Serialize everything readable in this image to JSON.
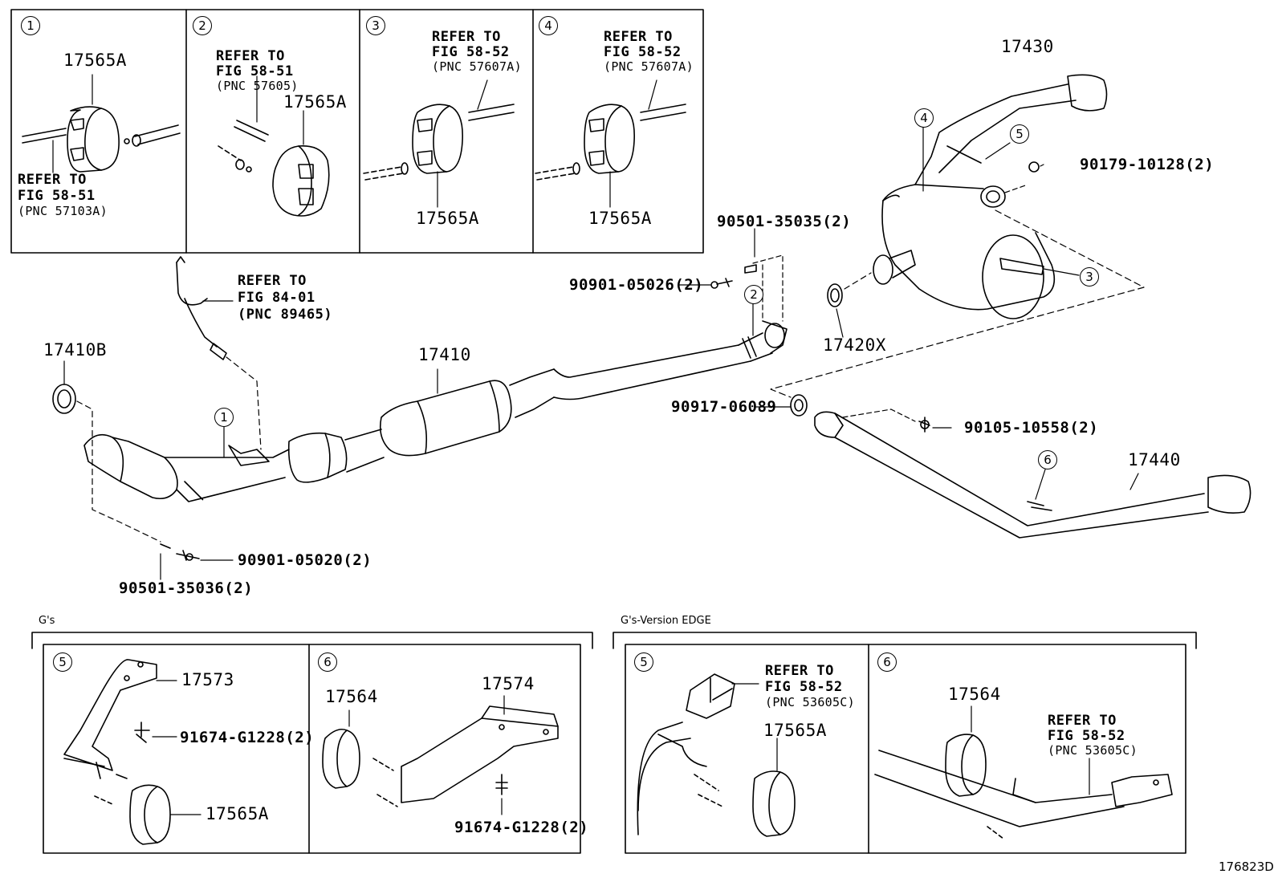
{
  "insets": [
    {
      "num": "1",
      "part": "17565A",
      "ref": [
        "REFER TO",
        "FIG 58-51",
        "(PNC 57103A)"
      ]
    },
    {
      "num": "2",
      "part": "17565A",
      "ref": [
        "REFER TO",
        "FIG 58-51",
        "(PNC 57605)"
      ]
    },
    {
      "num": "3",
      "part": "17565A",
      "ref": [
        "REFER TO",
        "FIG 58-52",
        "(PNC 57607A)"
      ]
    },
    {
      "num": "4",
      "part": "17565A",
      "ref": [
        "REFER TO",
        "FIG 58-52",
        "(PNC 57607A)"
      ]
    }
  ],
  "main": {
    "sensor_ref": [
      "REFER TO",
      "FIG 84-01",
      "(PNC 89465)"
    ],
    "parts": {
      "p17410B": "17410B",
      "p17410": "17410",
      "p17430": "17430",
      "p17420X": "17420X",
      "p17440": "17440",
      "p90501_35035": "90501-35035(2)",
      "p90901_05026": "90901-05026(2)",
      "p90179_10128": "90179-10128(2)",
      "p90917_06089": "90917-06089",
      "p90105_10558": "90105-10558(2)",
      "p90901_05020": "90901-05020(2)",
      "p90501_35036": "90501-35036(2)"
    },
    "callouts": [
      "1",
      "2",
      "3",
      "4",
      "5",
      "6"
    ]
  },
  "groups": {
    "gs": {
      "title": "G's",
      "box5": {
        "num": "5",
        "parts": [
          "17573",
          "91674-G1228(2)",
          "17565A"
        ]
      },
      "box6": {
        "num": "6",
        "parts": [
          "17564",
          "17574",
          "91674-G1228(2)"
        ]
      }
    },
    "edge": {
      "title": "G's-Version EDGE",
      "box5": {
        "num": "5",
        "part": "17565A",
        "ref": [
          "REFER TO",
          "FIG 58-52",
          "(PNC 53605C)"
        ]
      },
      "box6": {
        "num": "6",
        "part": "17564",
        "ref": [
          "REFER TO",
          "FIG 58-52",
          "(PNC 53605C)"
        ]
      }
    }
  },
  "figure_id": "176823D"
}
